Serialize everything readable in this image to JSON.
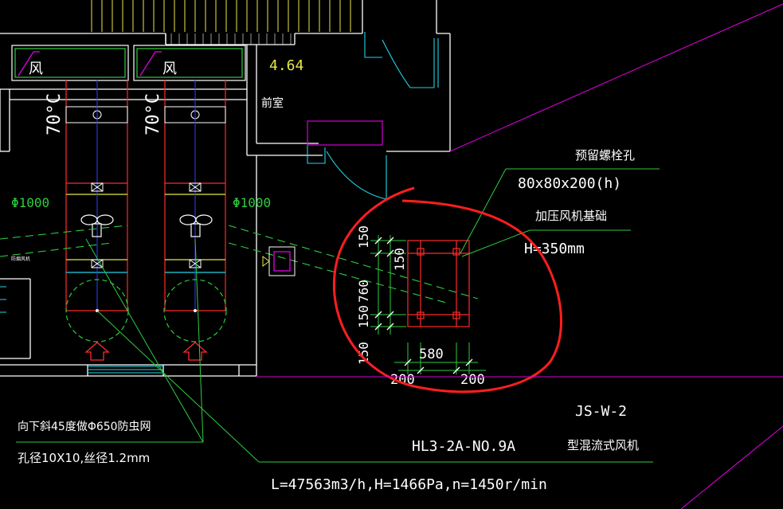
{
  "labels": {
    "wind_left": "风",
    "wind_right": "风",
    "temp_left": "70°C",
    "temp_right": "70°C",
    "elevation": "4.64",
    "anteroom": "前室",
    "dia_left": "Φ1000",
    "dia_right": "Φ1000",
    "small_note": "防烟风机",
    "bolt_hole_title": "预留螺栓孔",
    "bolt_hole_size": "80x80x200(h)",
    "base_title": "加压风机基础",
    "base_height": "H=350mm",
    "dim_150_top": "150",
    "dim_150_inner": "150",
    "dim_760": "760",
    "dim_150_bottom": "150",
    "dim_150_low": "150",
    "dim_580": "580",
    "dim_200_left": "200",
    "dim_200_right": "200",
    "note_mesh": "向下斜45度做Φ650防虫网",
    "note_hole": "孔径10X10,丝径1.2mm",
    "model_code": "JS-W-2",
    "fan_model": "HL3-2A-NO.9A",
    "fan_type": "型混流式风机",
    "fan_params": "L=47563m3/h,H=1466Pa,n=1450r/min"
  },
  "colors": {
    "white": "#ffffff",
    "red": "#ff2a2a",
    "green": "#2ecc40",
    "yellow": "#e8e84a",
    "magenta": "#d400d4",
    "cyan": "#22d3e6",
    "blue": "#3040ff"
  }
}
